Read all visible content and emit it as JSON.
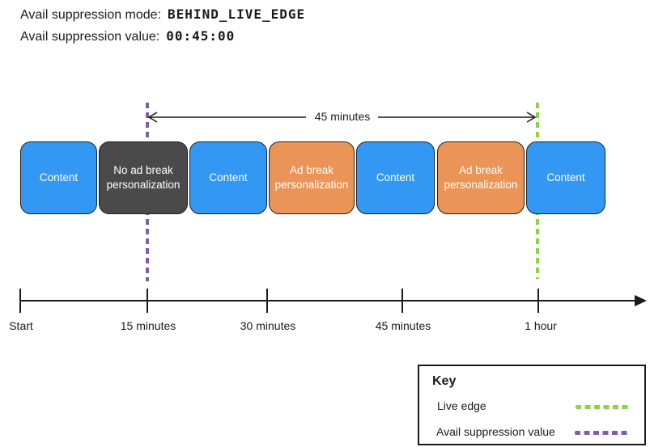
{
  "header": {
    "mode_label": "Avail suppression mode:",
    "mode_value": "BEHIND_LIVE_EDGE",
    "value_label": "Avail suppression value:",
    "value_value": "00:45:00"
  },
  "timeline": {
    "span_arrow_label": "45 minutes",
    "blocks": [
      {
        "label": "Content",
        "type": "content",
        "color": "#3398F4"
      },
      {
        "label": "No ad break personalization",
        "type": "no-ad-break-personalization",
        "color": "#4A4A4A"
      },
      {
        "label": "Content",
        "type": "content",
        "color": "#3398F4"
      },
      {
        "label": "Ad break personalization",
        "type": "ad-break-personalization",
        "color": "#EA9557"
      },
      {
        "label": "Content",
        "type": "content",
        "color": "#3398F4"
      },
      {
        "label": "Ad break personalization",
        "type": "ad-break-personalization",
        "color": "#EA9557"
      },
      {
        "label": "Content",
        "type": "content",
        "color": "#3398F4"
      }
    ],
    "axis": {
      "tick_labels": [
        "Start",
        "15 minutes",
        "30 minutes",
        "45 minutes",
        "1 hour"
      ]
    },
    "markers": {
      "live_edge_color": "#8FD245",
      "avail_suppression_color": "#7D60A8"
    }
  },
  "legend": {
    "title": "Key",
    "items": [
      {
        "label": "Live edge",
        "color": "#8FD245"
      },
      {
        "label": "Avail suppression value",
        "color": "#7D60A8"
      }
    ]
  }
}
